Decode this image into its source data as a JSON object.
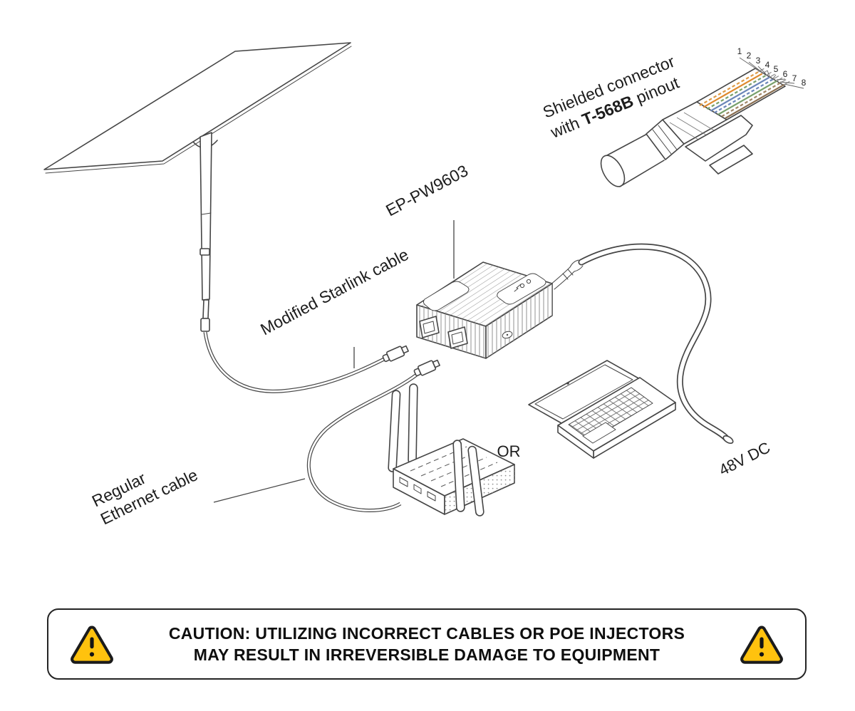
{
  "diagram": {
    "labels": {
      "shielded_connector": {
        "line1": "Shielded connector",
        "with": "with ",
        "standard": "T-568B",
        "suffix": " pinout"
      },
      "injector_model": "EP-PW9603",
      "modified_cable": "Modified Starlink cable",
      "regular_cable": {
        "line1": "Regular",
        "line2": "Ethernet cable"
      },
      "or": "OR",
      "power": "48V DC"
    },
    "pins": [
      "1",
      "2",
      "3",
      "4",
      "5",
      "6",
      "7",
      "8"
    ],
    "wire_colors": [
      "#DE9A45",
      "#DE8A2E",
      "#79A06B",
      "#6B86B8",
      "#6B86B8",
      "#79A06B",
      "#A08565",
      "#8A6F52"
    ]
  },
  "caution": {
    "icon": "warning-triangle",
    "line1": "CAUTION: UTILIZING INCORRECT CABLES OR POE INJECTORS",
    "line2": "MAY RESULT IN IRREVERSIBLE DAMAGE TO EQUIPMENT"
  },
  "colors": {
    "background": "#ffffff",
    "line_art": "#454545",
    "text": "#1d1d1d",
    "warning_yellow": "#FFC20E",
    "warning_border": "#1b1b1b"
  }
}
